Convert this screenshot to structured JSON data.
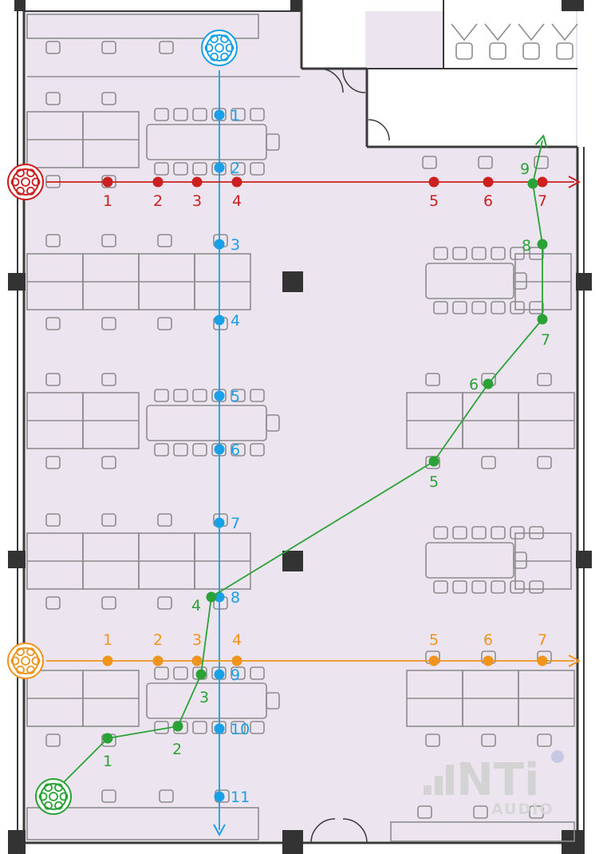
{
  "colors": {
    "floor": "#ece5ef",
    "furniture": "#8c8c8c",
    "wall": "#3a3a3a",
    "blue": "#1aa0e6",
    "red": "#cc1f1f",
    "orange": "#f0941e",
    "green": "#2aa236",
    "watermark": "#d3d3d3"
  },
  "paths": {
    "blue": {
      "color_key": "blue",
      "icons": [
        "speaker-icon"
      ],
      "labels": [
        "1",
        "2",
        "3",
        "4",
        "5",
        "6",
        "7",
        "8",
        "9",
        "10",
        "11"
      ]
    },
    "red": {
      "color_key": "red",
      "icons": [
        "speaker-icon"
      ],
      "labels": [
        "1",
        "2",
        "3",
        "4",
        "5",
        "6",
        "7"
      ]
    },
    "orange": {
      "color_key": "orange",
      "icons": [
        "speaker-icon"
      ],
      "labels": [
        "1",
        "2",
        "3",
        "4",
        "5",
        "6",
        "7"
      ]
    },
    "green": {
      "color_key": "green",
      "icons": [
        "speaker-icon"
      ],
      "labels": [
        "1",
        "2",
        "3",
        "4",
        "5",
        "6",
        "7",
        "8",
        "9"
      ]
    }
  },
  "watermark": {
    "brand": "NTi",
    "sub": "AUDIO",
    "icon": "nti-audio-logo-icon"
  }
}
